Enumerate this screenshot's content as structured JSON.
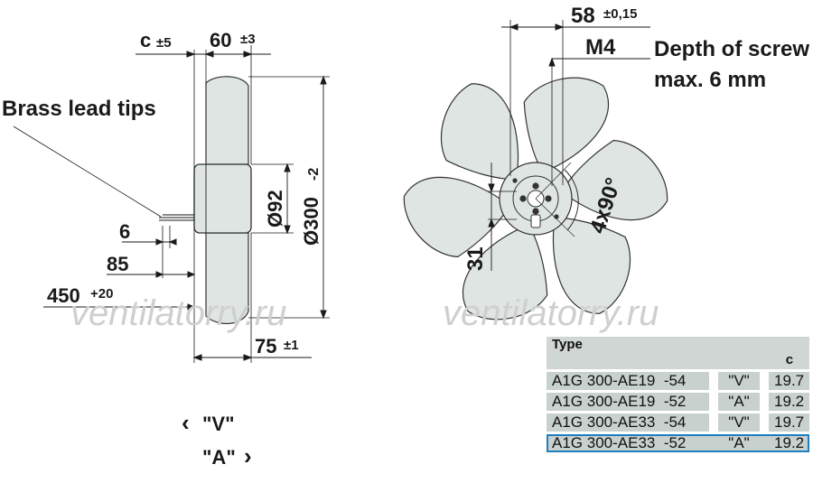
{
  "side_view": {
    "label_c": "c",
    "tol_c": "±5",
    "dim_60": "60",
    "tol_60": "±3",
    "callout_brass": "Brass lead tips",
    "dim_6": "6",
    "dim_85": "85",
    "dim_450": "450",
    "tol_450": "+20",
    "dim_d92": "Ø92",
    "dim_d300": "Ø300",
    "tol_d300": "-2",
    "dim_75": "75",
    "tol_75": "±1"
  },
  "front_view": {
    "dim_58": "58",
    "tol_58": "±0,15",
    "label_m4": "M4",
    "depth_line1": "Depth of screw",
    "depth_line2": "max. 6 mm",
    "dim_31": "31",
    "dim_4x90": "4x90°"
  },
  "rotation": {
    "v_arrow": "‹",
    "v_label": "\"V\"",
    "a_label": "\"A\"",
    "a_arrow": "›"
  },
  "watermark": "ventilatorry.ru",
  "table": {
    "header_type": "Type",
    "header_c": "c",
    "rows": [
      {
        "model": "A1G 300-AE19",
        "suffix": "-54",
        "rot": "\"V\"",
        "c": "19.7"
      },
      {
        "model": "A1G 300-AE19",
        "suffix": "-52",
        "rot": "\"A\"",
        "c": "19.2"
      },
      {
        "model": "A1G 300-AE33",
        "suffix": "-54",
        "rot": "\"V\"",
        "c": "19.7"
      },
      {
        "model": "A1G 300-AE33",
        "suffix": "-52",
        "rot": "\"A\"",
        "c": "19.2"
      }
    ]
  },
  "colors": {
    "blade_fill": "#dfe5e3",
    "table_fill": "#c9d1ce",
    "highlight": "#1d7fc0"
  }
}
